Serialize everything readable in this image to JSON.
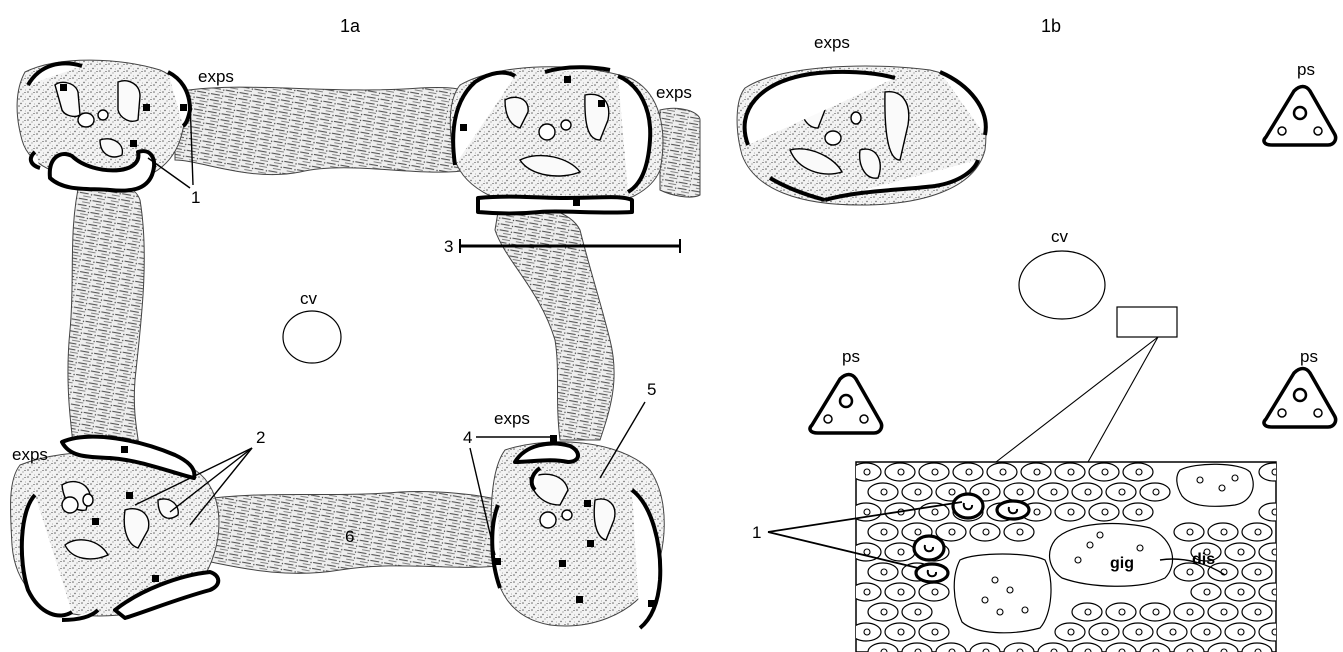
{
  "panel_a": {
    "title": "1a",
    "labels": {
      "exps_tl": "exps",
      "exps_tr": "exps",
      "exps_bl": "exps",
      "exps_br": "exps",
      "cv": "cv",
      "n1": "1",
      "n2": "2",
      "n3": "3",
      "n4": "4",
      "n5": "5",
      "n6": "6"
    }
  },
  "panel_b": {
    "title": "1b",
    "labels": {
      "exps": "exps",
      "ps_tr": "ps",
      "ps_ml": "ps",
      "ps_mr": "ps",
      "cv": "cv",
      "n1": "1",
      "gig": "gig",
      "dis": "dis"
    }
  },
  "colors": {
    "ink": "#000000",
    "paper": "#ffffff"
  }
}
